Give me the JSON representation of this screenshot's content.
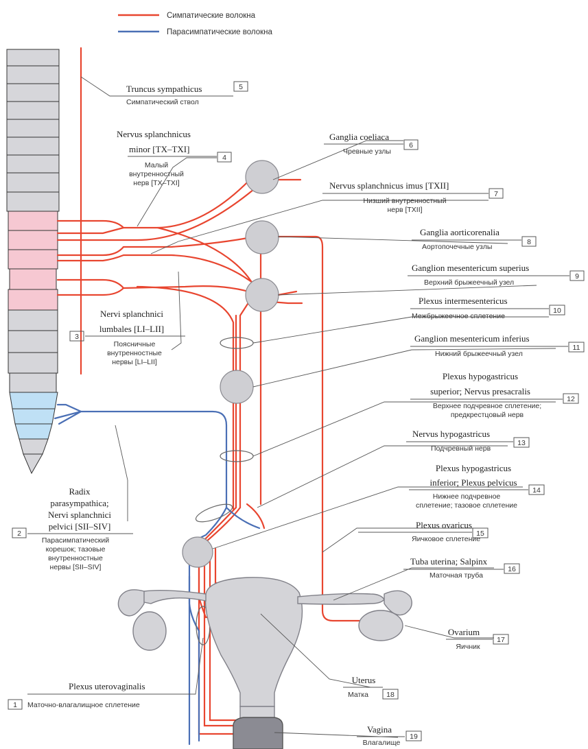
{
  "legend": {
    "sympathetic": "Симпатические волокна",
    "parasympathetic": "Парасимпатические волокна",
    "sympathetic_color": "#e8452f",
    "parasympathetic_color": "#4a6fb5"
  },
  "labels": [
    {
      "id": "1",
      "latin": [
        "Plexus uterovaginalis"
      ],
      "russian": [
        "Маточно-влагалищное сплетение"
      ]
    },
    {
      "id": "2",
      "latin": [
        "Radix",
        "parasympathica;",
        "Nervi splanchnici",
        "pelvici [SII–SIV]"
      ],
      "russian": [
        "Парасимпатический",
        "корешок; тазовые",
        "внутренностные",
        "нервы [SII–SIV]"
      ]
    },
    {
      "id": "3",
      "latin": [
        "Nervi splanchnici",
        "lumbales [LI–LII]"
      ],
      "russian": [
        "Поясничные",
        "внутренностные",
        "нервы [LI–LII]"
      ]
    },
    {
      "id": "4",
      "latin": [
        "Nervus splanchnicus",
        "minor [TX–TXI]"
      ],
      "russian": [
        "Малый",
        "внутренностный",
        "нерв [TX–TXI]"
      ]
    },
    {
      "id": "5",
      "latin": [
        "Truncus sympathicus"
      ],
      "russian": [
        "Симпатический ствол"
      ]
    },
    {
      "id": "6",
      "latin": [
        "Ganglia coeliaca"
      ],
      "russian": [
        "Чревные узлы"
      ]
    },
    {
      "id": "7",
      "latin": [
        "Nervus splanchnicus imus [TXII]"
      ],
      "russian": [
        "Низший внутренностный",
        "нерв [TXII]"
      ]
    },
    {
      "id": "8",
      "latin": [
        "Ganglia aorticorenalia"
      ],
      "russian": [
        "Аортопочечные узлы"
      ]
    },
    {
      "id": "9",
      "latin": [
        "Ganglion mesentericum superius"
      ],
      "russian": [
        "Верхний брыжеечный узел"
      ]
    },
    {
      "id": "10",
      "latin": [
        "Plexus intermesentericus"
      ],
      "russian": [
        "Межбрыжеечное сплетение"
      ]
    },
    {
      "id": "11",
      "latin": [
        "Ganglion mesentericum inferius"
      ],
      "russian": [
        "Нижний брыжеечный узел"
      ]
    },
    {
      "id": "12",
      "latin": [
        "Plexus hypogastricus",
        "superior; Nervus presacralis"
      ],
      "russian": [
        "Верхнее подчревное сплетение;",
        "предкрестцовый нерв"
      ]
    },
    {
      "id": "13",
      "latin": [
        "Nervus hypogastricus"
      ],
      "russian": [
        "Подчревный нерв"
      ]
    },
    {
      "id": "14",
      "latin": [
        "Plexus hypogastricus",
        "inferior; Plexus pelvicus"
      ],
      "russian": [
        "Нижнее подчревное",
        "сплетение; тазовое сплетение"
      ]
    },
    {
      "id": "15",
      "latin": [
        "Plexus ovaricus"
      ],
      "russian": [
        "Яичковое сплетение"
      ]
    },
    {
      "id": "16",
      "latin": [
        "Tuba uterina; Salpinx"
      ],
      "russian": [
        "Маточная труба"
      ]
    },
    {
      "id": "17",
      "latin": [
        "Ovarium"
      ],
      "russian": [
        "Яичник"
      ]
    },
    {
      "id": "18",
      "latin": [
        "Uterus"
      ],
      "russian": [
        "Матка"
      ]
    },
    {
      "id": "19",
      "latin": [
        "Vagina"
      ],
      "russian": [
        "Влагалище"
      ]
    }
  ]
}
